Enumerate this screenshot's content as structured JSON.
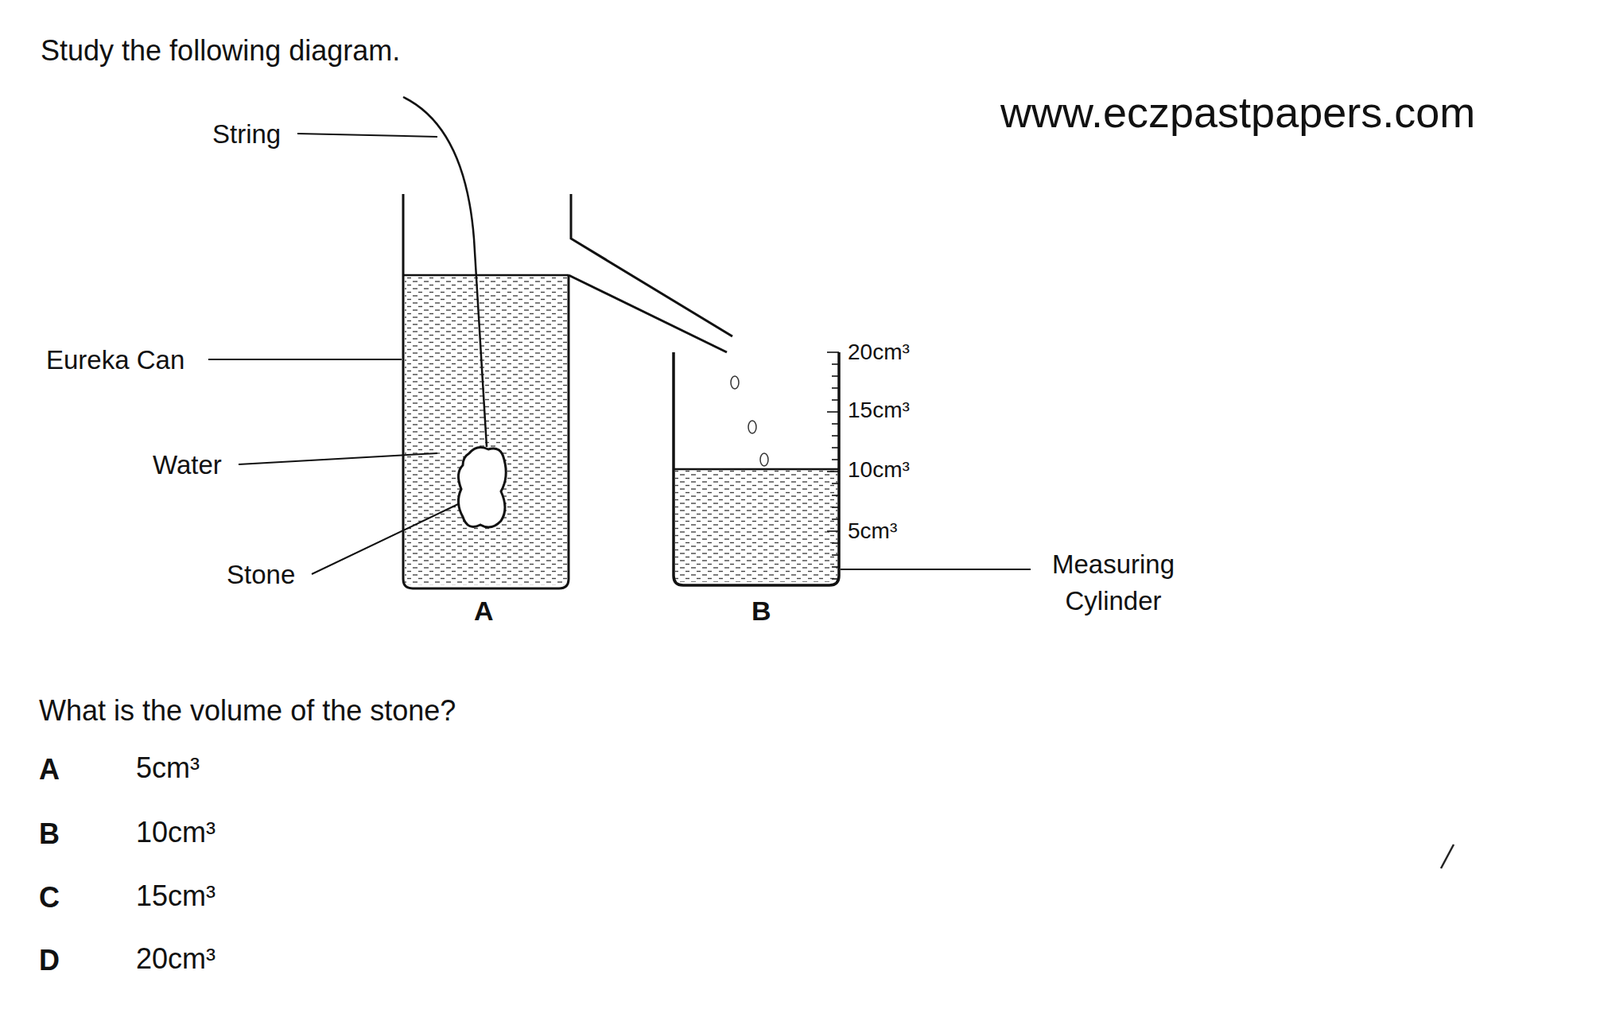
{
  "diagram": {
    "title": "Study the following diagram.",
    "labels": [
      "www.eczpastpapers.com",
      "String",
      "Eureka Can",
      "Water",
      "Stone",
      "A",
      "B",
      "20cm³",
      "15cm³",
      "10cm³",
      "5cm³",
      "Measuring Cylinder",
      "What is the volume of the stone?",
      "A",
      "5cm³",
      "B",
      "10cm³",
      "C",
      "15cm³",
      "D",
      "20cm³"
    ]
  }
}
